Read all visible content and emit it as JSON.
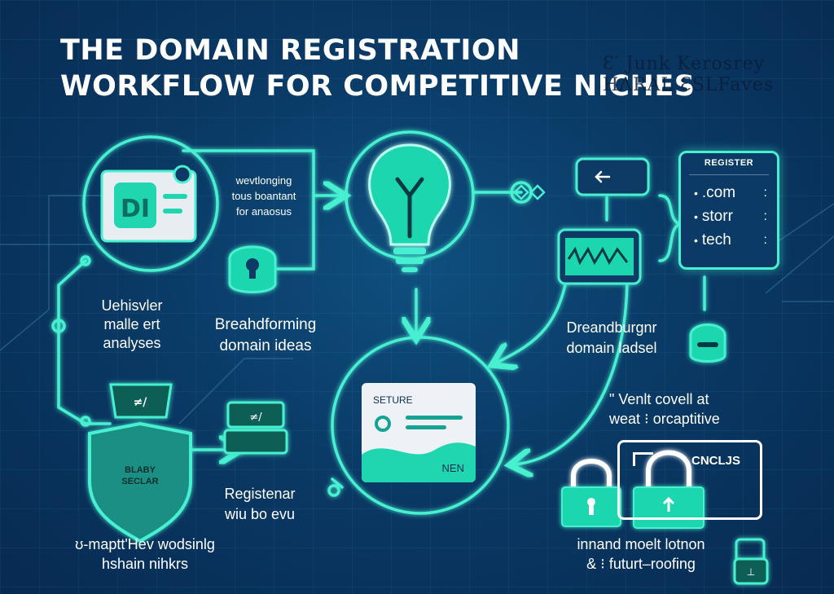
{
  "title": {
    "line1": "THE DOMAIN REGISTRATION",
    "line2": "WORKFLOW FOR COMPETITIVE NICHES"
  },
  "noise_text": {
    "line1": "Ɛ′ Junk Kerosrey",
    "line2": "HɅRAL ƐSLFaves"
  },
  "nodes": {
    "brainstorm_card": {
      "text_line1": "wevtlonging",
      "text_line2": "tous boantant",
      "text_line3": "for anaosus",
      "label_line1": "Breahdforming",
      "label_line2": "domain ideas"
    },
    "market": {
      "label_line1": "Uehisvler",
      "label_line2": "malle ert",
      "label_line3": "analyses"
    },
    "branding": {
      "label_line1": "Dreandburgnr",
      "label_line2": "domain ladsel"
    },
    "register_panel": {
      "heading": "REGISTER",
      "items": [
        ".com",
        "storr",
        "tech"
      ]
    },
    "center_card": {
      "heading": "SETURE",
      "footer": "NEN"
    },
    "register_label": {
      "line1": "Registenar",
      "line2": "wiu bo evu"
    },
    "shield": {
      "line1": "BLABY",
      "line2": "SECLAR"
    },
    "shield_label": {
      "line1": "ʊ-maptt'Hev wodsinlg",
      "line2": "hshain nihkrs"
    },
    "vent_label": {
      "line1": "\" Venlt covell at",
      "line2": "weat ⁝ orcaptitive"
    },
    "cnclis": {
      "label": "CNCLJS"
    },
    "future_label": {
      "line1": "innand moelt lotnon",
      "line2": "& ⁝ futurt–roofing"
    }
  },
  "colors": {
    "background": "#0a3a66",
    "accent": "#2ef0c8",
    "line": "#47f0d0",
    "card": "#eef1f5"
  },
  "icons": [
    "lightbulb-icon",
    "padlock-icon",
    "shield-icon",
    "monitor-icon",
    "server-icon",
    "back-arrow-icon",
    "gear-icon"
  ]
}
